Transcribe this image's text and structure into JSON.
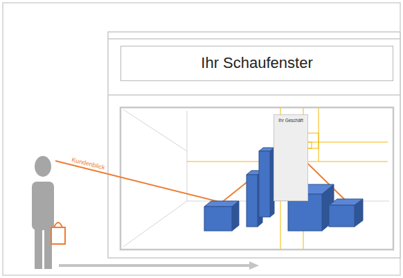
{
  "diagram": {
    "nodes": [
      {
        "text": [
          "Ihr Schaufenster"
        ]
      },
      {
        "text": [
          "Ihr Geschäft"
        ]
      }
    ],
    "labels": [
      "Kundenblick"
    ]
  }
}
